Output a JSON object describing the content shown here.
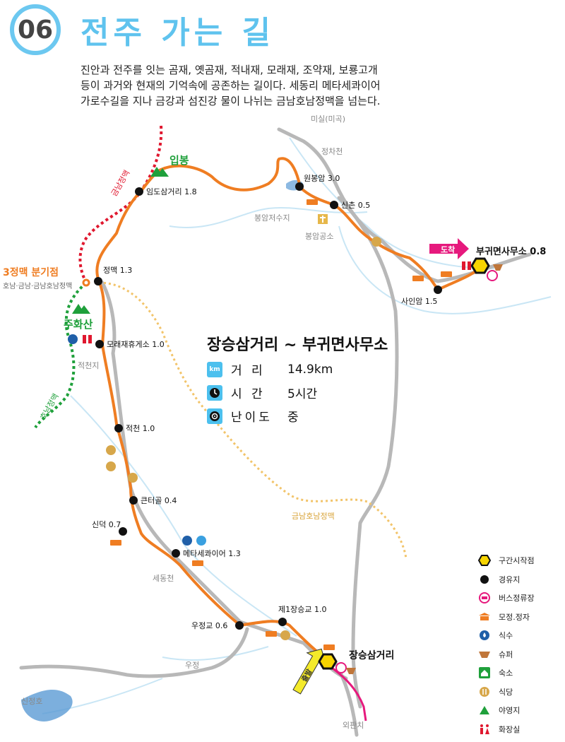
{
  "header": {
    "number": "06",
    "title": "전주 가는 길",
    "description": [
      "진안과 전주를 잇는 곰재, 옛곰재, 적내재, 모래재, 조약재, 보룡고개",
      "등이 과거와 현재의 기억속에 공존하는 길이다. 세동리 메타세콰이어",
      "가로수길을 지나 금강과 섬진강 물이 나뉘는 금남호남정맥을 넘는다."
    ]
  },
  "route_info": {
    "title": "장승삼거리 ~ 부귀면사무소",
    "distance_label": "거  리",
    "distance": "14.9km",
    "time_label": "시  간",
    "time": "5시간",
    "difficulty_label": "난이도",
    "difficulty": "중",
    "km_icon_text": "km"
  },
  "waypoints": [
    {
      "label": "임도삼거리 1.8"
    },
    {
      "label": "원봉암 3.0"
    },
    {
      "label": "신촌 0.5"
    },
    {
      "label": "사인암 1.5"
    },
    {
      "label": "정맥 1.3"
    },
    {
      "label": "모래재휴게소 1.0"
    },
    {
      "label": "적천 1.0"
    },
    {
      "label": "큰터골 0.4"
    },
    {
      "label": "신덕 0.7"
    },
    {
      "label": "메타세콰이어 1.3"
    },
    {
      "label": "우정교 0.6"
    },
    {
      "label": "제1장승교 1.0"
    }
  ],
  "endpoints": {
    "start": "장승삼거리",
    "end": "부귀면사무소 0.8",
    "start_arrow": "출발",
    "end_arrow": "도착"
  },
  "places": {
    "misil": "미실(미곡)",
    "jeongcha": "정차천",
    "bongam_res": "봉암저수지",
    "bongam_church": "봉암공소",
    "jeokcheonji": "적천지",
    "sedongcheon": "세동천",
    "ujeong": "우정",
    "sinjeongho": "신정호",
    "oepanchi": "외판치",
    "ipbong": "입봉",
    "juhwasan": "주화산",
    "sam_jeongmaek": "3정맥 분기점",
    "sam_jeongmaek_sub": "호남·금남·금남호남정맥",
    "geumnam_jeongmaek": "금남정맥",
    "honam_jeongmaek": "호남정맥",
    "geumnam_honam_jeongmaek": "금남호남정맥"
  },
  "legend": [
    {
      "icon": "hexagon-start-icon",
      "label": "구간시작점"
    },
    {
      "icon": "waypoint-dot-icon",
      "label": "경유지"
    },
    {
      "icon": "bus-stop-icon",
      "label": "버스정류장"
    },
    {
      "icon": "pavilion-icon",
      "label": "모정.정자"
    },
    {
      "icon": "water-icon",
      "label": "식수"
    },
    {
      "icon": "store-icon",
      "label": "슈퍼"
    },
    {
      "icon": "lodging-icon",
      "label": "숙소"
    },
    {
      "icon": "restaurant-icon",
      "label": "식당"
    },
    {
      "icon": "campsite-icon",
      "label": "야영지"
    },
    {
      "icon": "restroom-icon",
      "label": "화장실"
    }
  ],
  "colors": {
    "route": "#ef7d22",
    "road": "#b8b8b8",
    "geumnam_line": "#e0182f",
    "honam_line": "#1fa03b",
    "ridge_line": "#f2c46a",
    "river": "#bfe0f2",
    "accent": "#5fc3ee",
    "arrow_end": "#e6197d",
    "arrow_start": "#f4ea2a"
  }
}
